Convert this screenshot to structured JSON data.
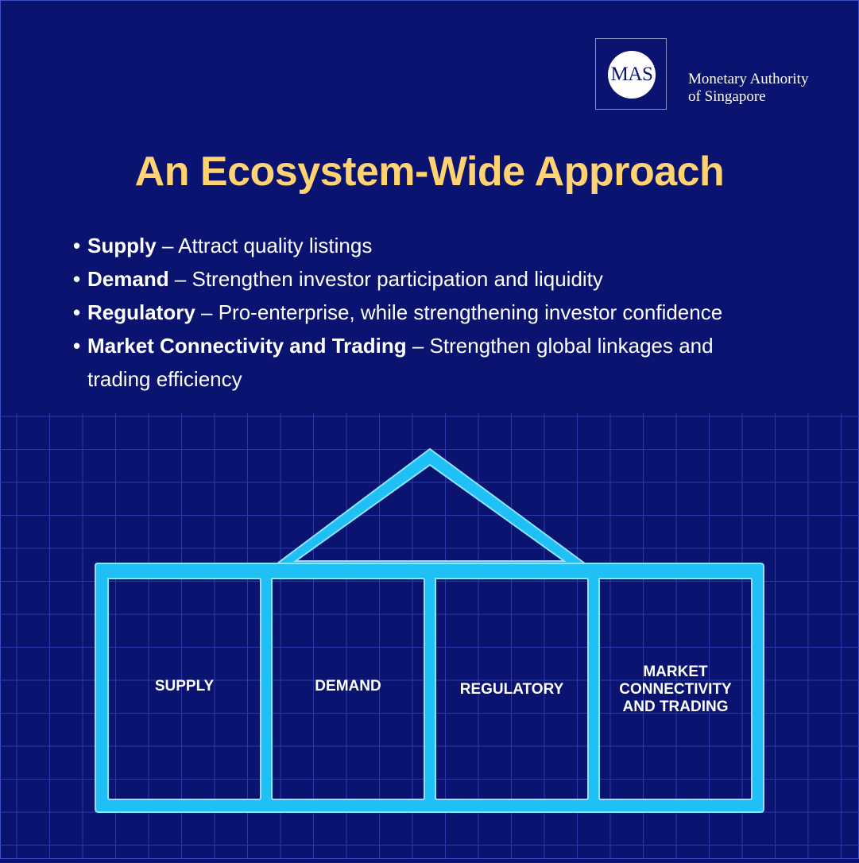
{
  "logo": {
    "mark": "MAS",
    "line1": "Monetary Authority",
    "line2": "of Singapore"
  },
  "title": "An Ecosystem-Wide Approach",
  "bullets": [
    {
      "term": "Supply",
      "text": " – Attract quality listings"
    },
    {
      "term": "Demand",
      "text": " – Strengthen investor participation and liquidity"
    },
    {
      "term": "Regulatory",
      "text": " – Pro-enterprise, while strengthening investor confidence"
    },
    {
      "term": "Market Connectivity and Trading",
      "text": " – Strengthen global linkages and trading efficiency"
    }
  ],
  "pillars": [
    "SUPPLY",
    "DEMAND",
    "REGULATORY",
    "MARKET\nCONNECTIVITY\nAND TRADING"
  ],
  "colors": {
    "background": "#0a1470",
    "title": "#ffd272",
    "house": "#1ec0f5",
    "grid": "#2a3aa8"
  }
}
